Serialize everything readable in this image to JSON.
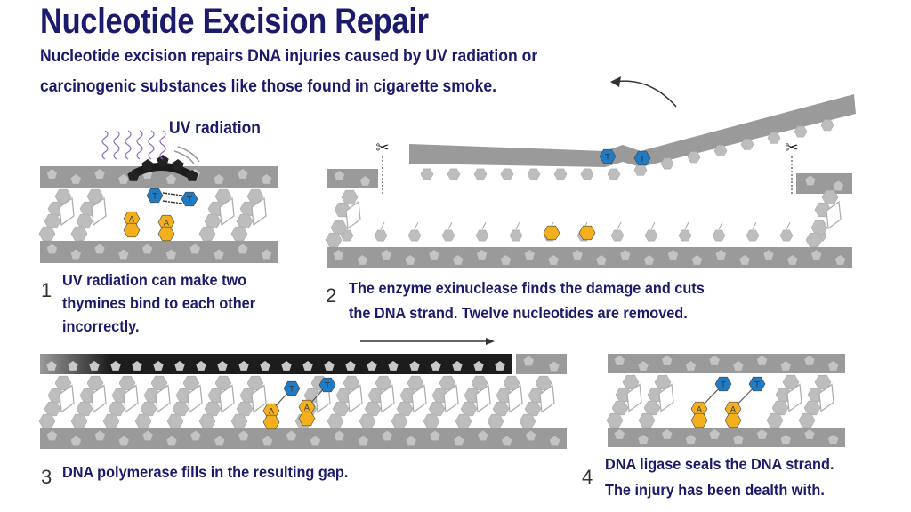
{
  "title": "Nucleotide Excision Repair",
  "subtitle": {
    "line1": "Nucleotide excision repairs DNA injuries caused by UV radiation or",
    "line2": "carcinogenic substances like those found in cigarette smoke."
  },
  "uv_label": "UV radiation",
  "base_labels": {
    "thymine": "T",
    "adenine": "A"
  },
  "steps": [
    {
      "number": "1",
      "lines": [
        "UV radiation can make two",
        "thymines bind to each other",
        "incorrectly."
      ]
    },
    {
      "number": "2",
      "lines": [
        "The enzyme exinuclease finds the damage and cuts",
        "the DNA strand. Twelve nucleotides are removed."
      ]
    },
    {
      "number": "3",
      "lines": [
        "DNA polymerase fills in the resulting gap."
      ]
    },
    {
      "number": "4",
      "lines": [
        "DNA ligase seals the DNA strand.",
        "The injury has been dealth with."
      ]
    }
  ],
  "colors": {
    "text": "#1b1a6b",
    "strand": "#9a9a9a",
    "base": "#bdbdbd",
    "thymine": "#1f7cc4",
    "adenine": "#f2b01e",
    "new_strand": "#1c1c1c",
    "uv": "#8a6fb5"
  },
  "icons": [
    "scissors-icon",
    "curved-arrow-icon",
    "right-arrow-icon",
    "uv-wave-icon"
  ]
}
